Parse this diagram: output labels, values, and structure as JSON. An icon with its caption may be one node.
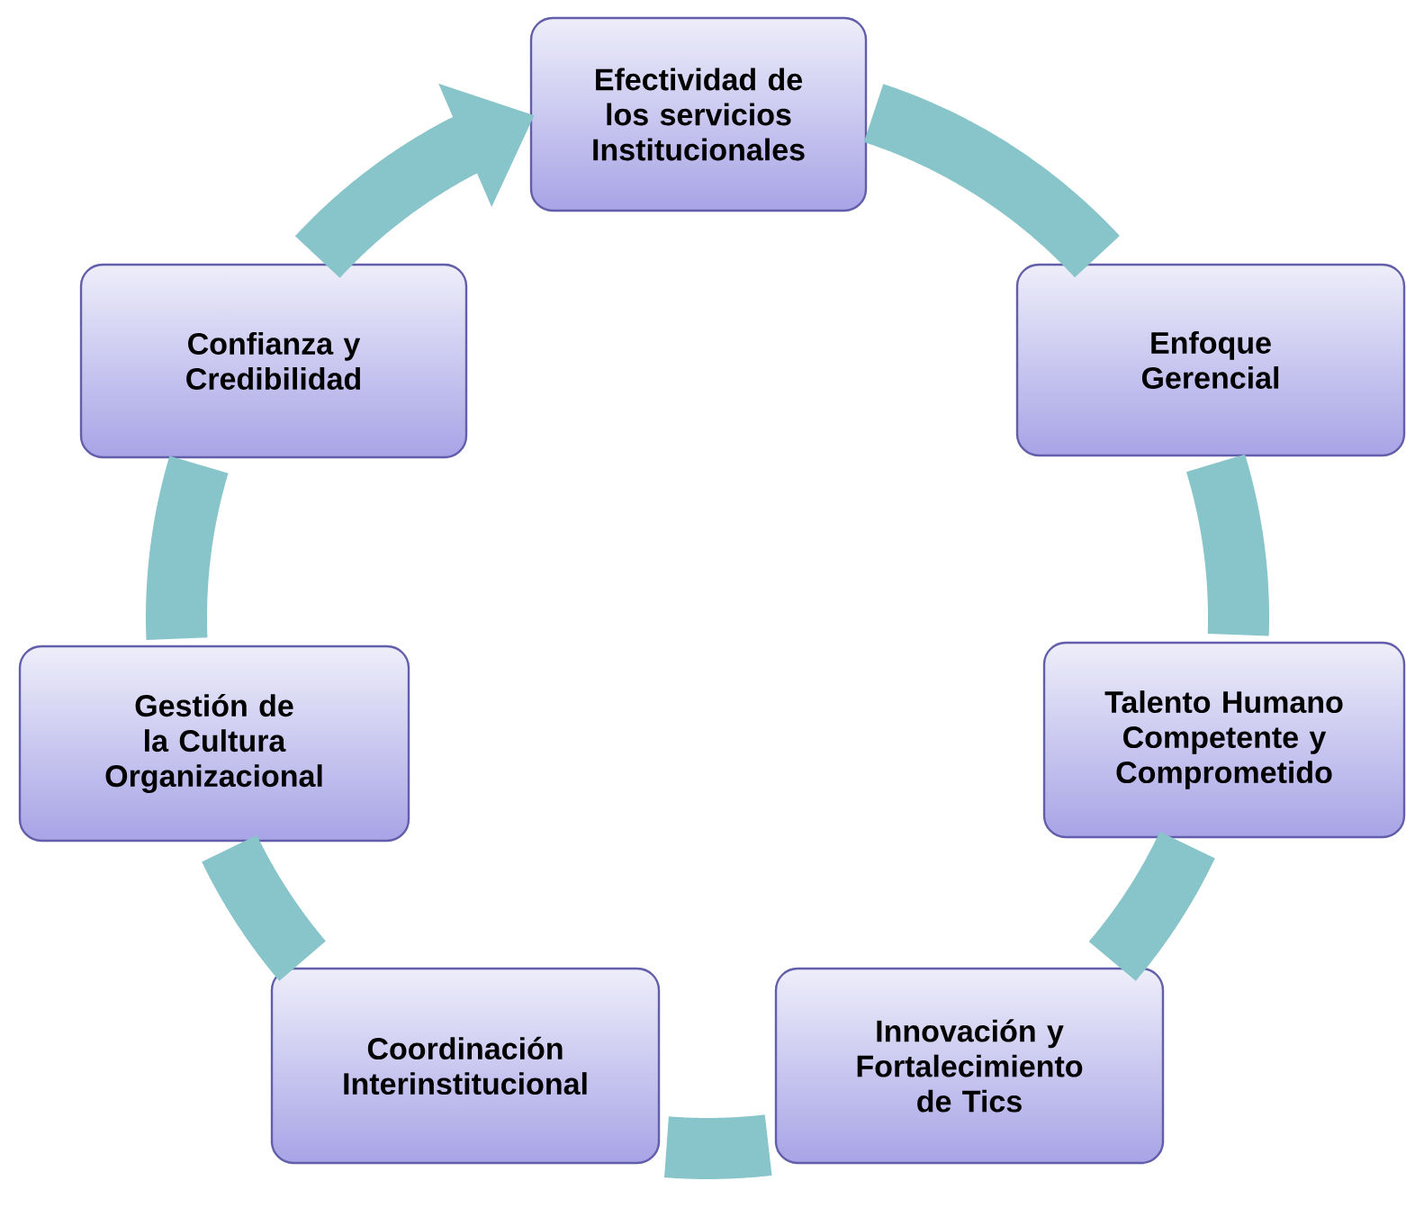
{
  "diagram": {
    "nodes": [
      {
        "text": [
          "Efectividad de los servicios Institucionales"
        ]
      },
      {
        "text": [
          "Enfoque Gerencial"
        ]
      },
      {
        "text": [
          "Talento Humano Competente y Comprometido"
        ]
      },
      {
        "text": [
          "Innovación y Fortalecimiento de Tics"
        ]
      },
      {
        "text": [
          "Coordinación Interinstitucional"
        ]
      },
      {
        "text": [
          "Gestión de la Cultura Organizacional"
        ]
      },
      {
        "text": [
          "Confianza y Credibilidad"
        ]
      }
    ],
    "edges": [
      {
        "from": 0,
        "to": 1,
        "arrow": "none"
      },
      {
        "from": 1,
        "to": 2,
        "arrow": "none"
      },
      {
        "from": 2,
        "to": 3,
        "arrow": "none"
      },
      {
        "from": 3,
        "to": 4,
        "arrow": "none"
      },
      {
        "from": 4,
        "to": 5,
        "arrow": "none"
      },
      {
        "from": 5,
        "to": 6,
        "arrow": "none"
      },
      {
        "from": 6,
        "to": 0,
        "arrow": "to"
      }
    ]
  }
}
